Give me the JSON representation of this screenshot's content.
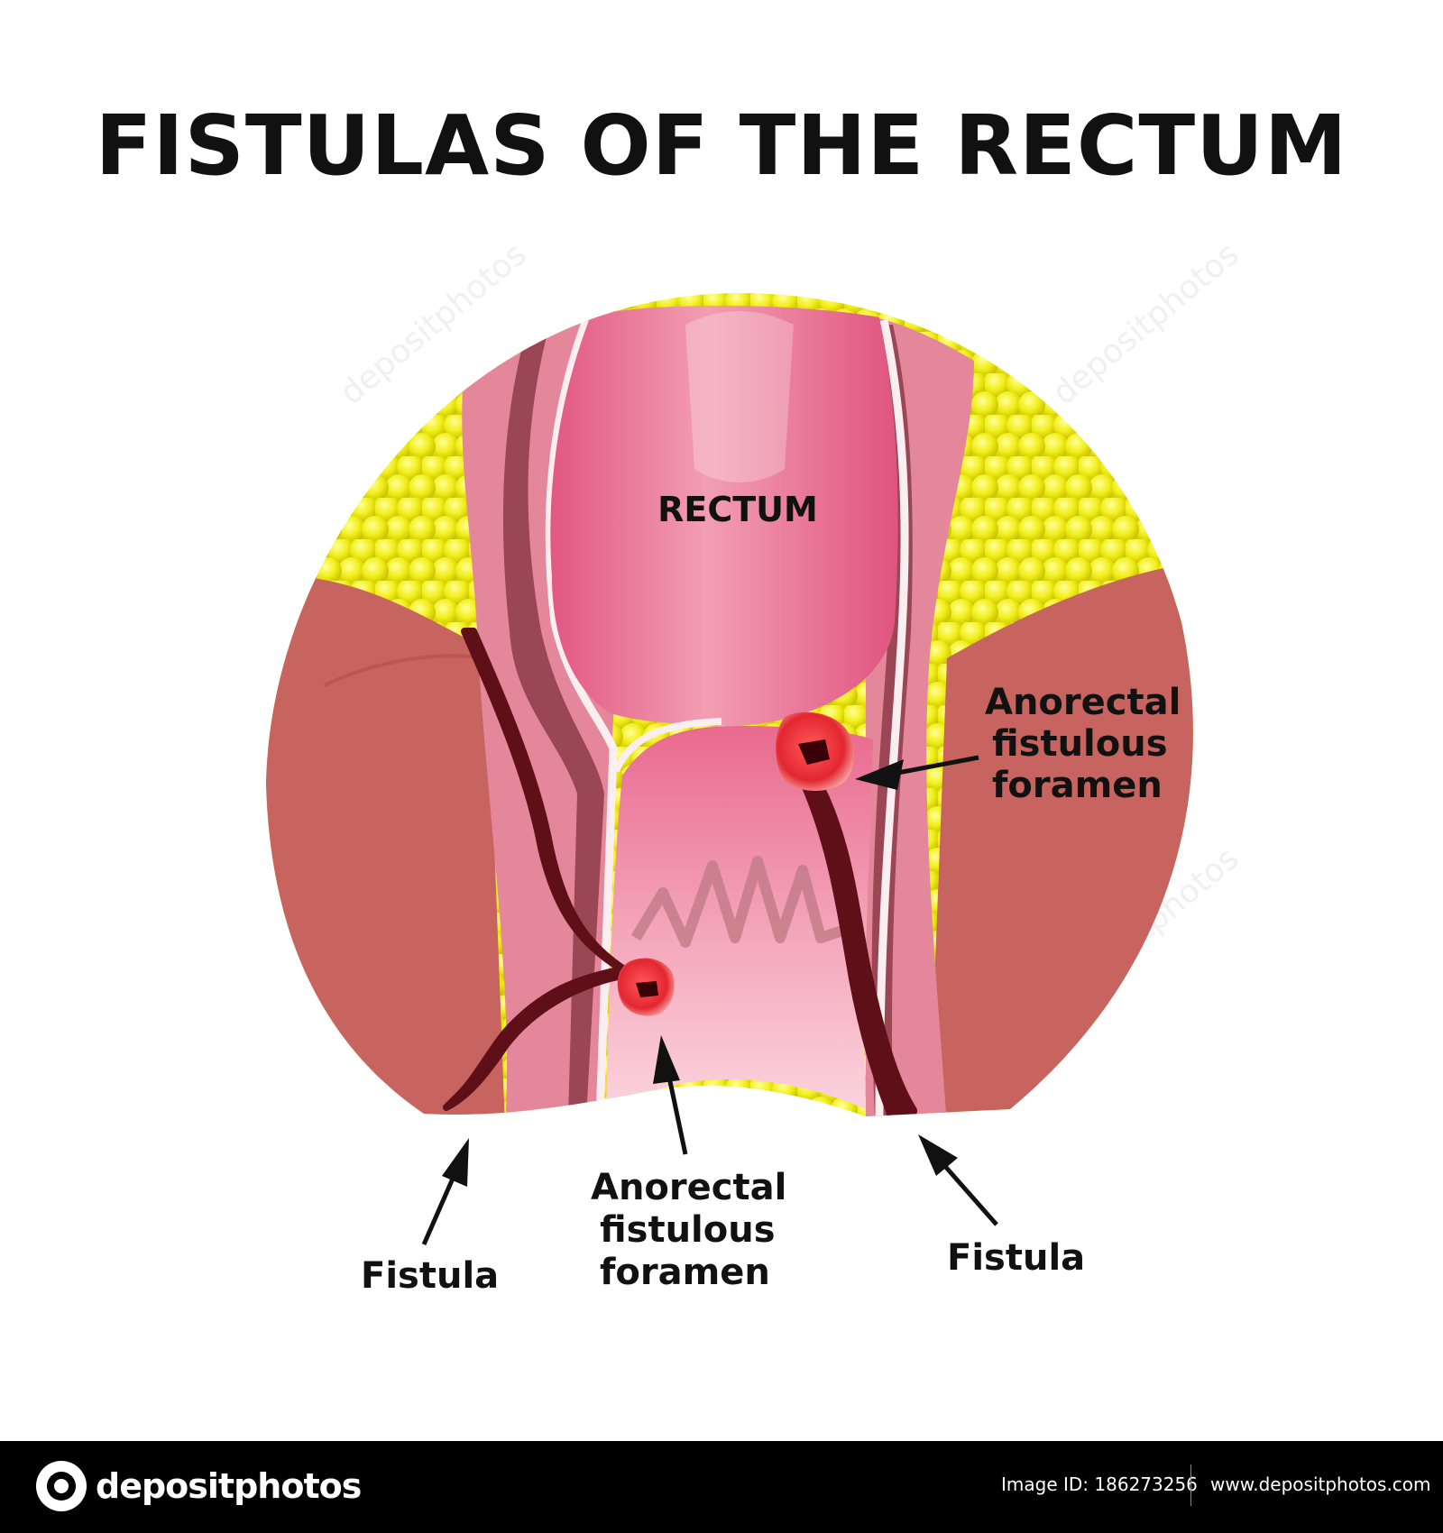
{
  "title": "FISTULAS OF THE RECTUM",
  "labels": {
    "rectum": "RECTUM",
    "foramen_right": [
      "Anorectal",
      "fistulous",
      "foramen"
    ],
    "foramen_bottom": [
      "Anorectal",
      "fistulous",
      "foramen"
    ],
    "fistula_left": "Fistula",
    "fistula_right": "Fistula"
  },
  "watermark": "depositphotos",
  "footer": {
    "logo_text": "depositphotos",
    "image_id": "Image ID: 186273256",
    "website": "www.depositphotos.com"
  },
  "colors": {
    "fat": "#f0ee1e",
    "muscle": "#c8645f",
    "wall": "#e5879b",
    "lumen": "#e36488",
    "fistula": "#5e0f18",
    "foramen": "#e8323a",
    "footer_bg": "#000000"
  }
}
